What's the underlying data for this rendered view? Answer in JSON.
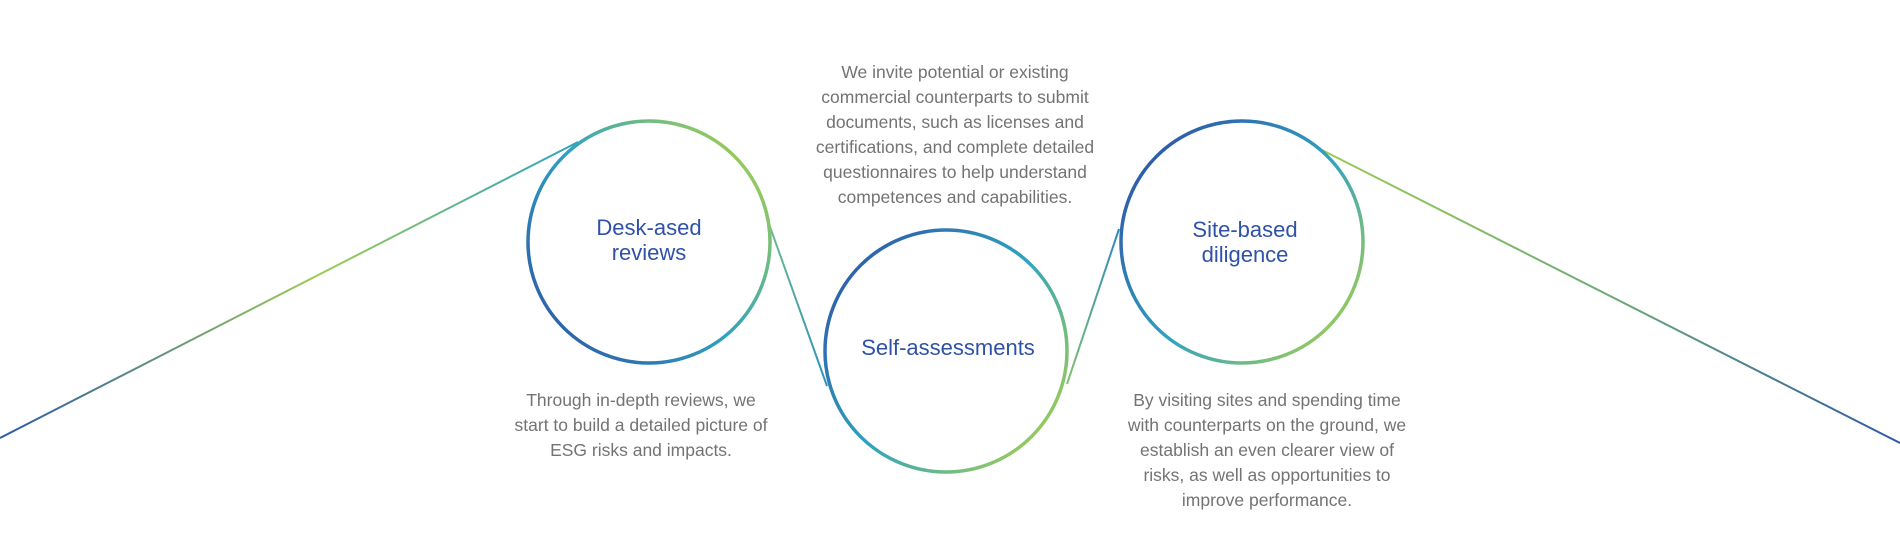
{
  "colors": {
    "blue": "#2d59a7",
    "teal": "#2fa2c1",
    "green": "#9ccc55",
    "label_text": "#2f52a8",
    "description_text": "#737373"
  },
  "stages": [
    {
      "id": "desk-based-reviews",
      "label_lines": [
        "Desk-ased",
        "reviews"
      ],
      "description": "Through in-depth reviews, we start to build a detailed picture of ESG risks and impacts."
    },
    {
      "id": "self-assessments",
      "label_lines": [
        "Self-assessments"
      ],
      "description": "We invite potential or existing commercial counterparts to submit documents, such as licenses and certifications, and complete detailed questionnaires to help understand competences and capabilities."
    },
    {
      "id": "site-based-diligence",
      "label_lines": [
        "Site-based",
        "diligence"
      ],
      "description": "By visiting sites and spending time with counterparts on the ground, we establish an even clearer view of risks, as well as opportunities to improve performance."
    }
  ]
}
